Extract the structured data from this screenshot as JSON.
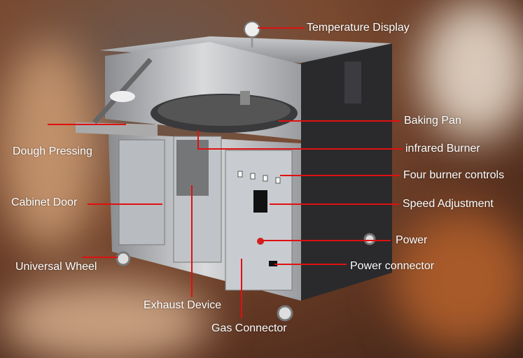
{
  "colors": {
    "leader_line": "#e01010",
    "label_text": "#ffffff"
  },
  "labels": {
    "temperature_display": "Temperature Display",
    "baking_pan": "Baking Pan",
    "infrared_burner": "infrared Burner",
    "four_burner_controls": "Four burner controls",
    "speed_adjustment": "Speed Adjustment",
    "power": "Power",
    "power_connector": "Power connector",
    "dough_pressing": "Dough Pressing",
    "cabinet_door": "Cabinet Door",
    "universal_wheel": "Universal Wheel",
    "exhaust_device": "Exhaust Device",
    "gas_connector": "Gas Connector"
  }
}
